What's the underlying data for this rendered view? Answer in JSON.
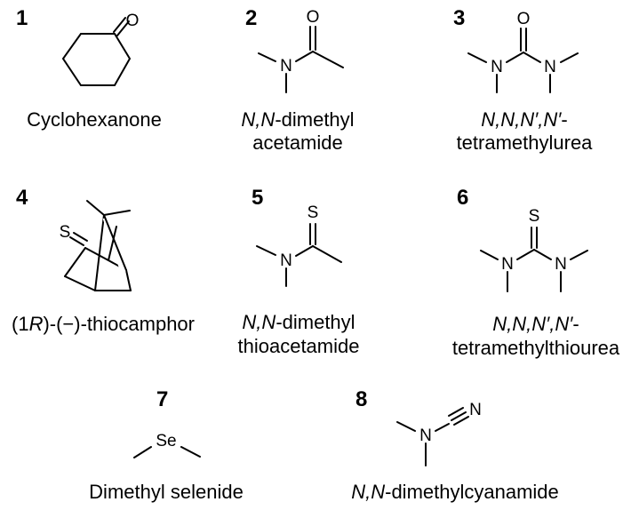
{
  "compounds": [
    {
      "number": "1",
      "name": "Cyclohexanone",
      "atoms": {
        "o": "O"
      }
    },
    {
      "number": "2",
      "name_italic": "N,N",
      "name_rest": "-dimethyl",
      "name_line2": "acetamide",
      "atoms": {
        "o": "O",
        "n": "N"
      }
    },
    {
      "number": "3",
      "name_italic": "N,N,N′,N′",
      "name_rest": "-",
      "name_line2": "tetramethylurea",
      "atoms": {
        "o": "O",
        "n1": "N",
        "n2": "N"
      }
    },
    {
      "number": "4",
      "name_pre": "(1",
      "name_italic": "R",
      "name_post": ")-(−)-thiocamphor",
      "atoms": {
        "s": "S"
      }
    },
    {
      "number": "5",
      "name_italic": "N,N",
      "name_rest": "-dimethyl",
      "name_line2": "thioacetamide",
      "atoms": {
        "s": "S",
        "n": "N"
      }
    },
    {
      "number": "6",
      "name_italic": "N,N,N′,N′",
      "name_rest": "-",
      "name_line2": "tetramethylthiourea",
      "atoms": {
        "s": "S",
        "n1": "N",
        "n2": "N"
      }
    },
    {
      "number": "7",
      "name": "Dimethyl selenide",
      "atoms": {
        "se": "Se"
      }
    },
    {
      "number": "8",
      "name_italic": "N,N",
      "name_rest": "-dimethylcyanamide",
      "atoms": {
        "n1": "N",
        "n2": "N"
      }
    }
  ]
}
